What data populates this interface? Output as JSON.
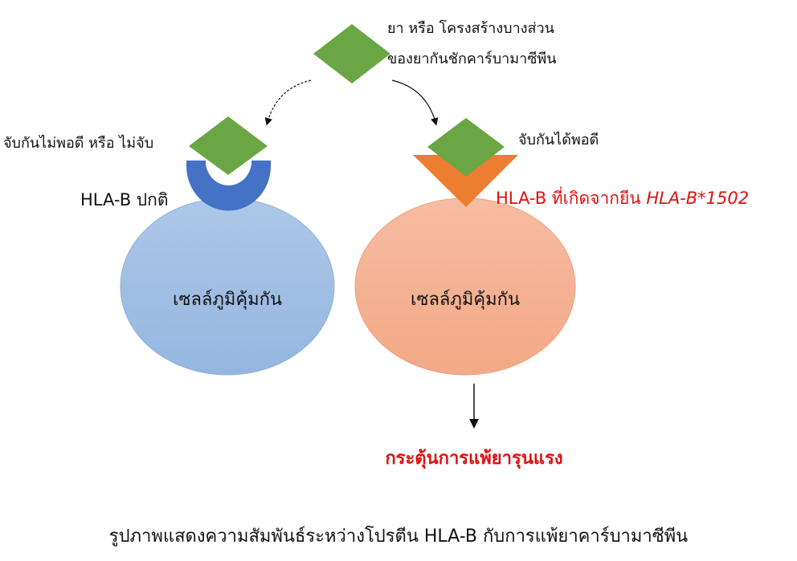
{
  "drug_label": {
    "line1": "ยา หรือ โครงสร้างบางส่วน",
    "line2": "ของยากันชักคาร์บามาซีพีน"
  },
  "left": {
    "binding_label": "จับกันไม่พอดี หรือ ไม่จับ",
    "receptor_label": "HLA-B ปกติ",
    "cell_label": "เซลล์ภูมิคุ้มกัน"
  },
  "right": {
    "binding_label": "จับกันได้พอดี",
    "receptor_label_prefix": "HLA-B ที่เกิดจากยีน",
    "receptor_label_gene": "HLA-B*1502",
    "cell_label": "เซลล์ภูมิคุ้มกัน",
    "outcome": "กระตุ้นการแพ้ยารุนแรง"
  },
  "caption": "รูปภาพแสดงความสัมพันธ์ระหว่างโปรตีน HLA-B กับการแพ้ยาคาร์บามาซีพีน",
  "colors": {
    "drug": "#6aa644",
    "normal_hla": "#4472c4",
    "variant_hla": "#ed7d31",
    "left_cell": "#9dbde4",
    "right_cell": "#f4b195",
    "alert": "#e01010"
  }
}
